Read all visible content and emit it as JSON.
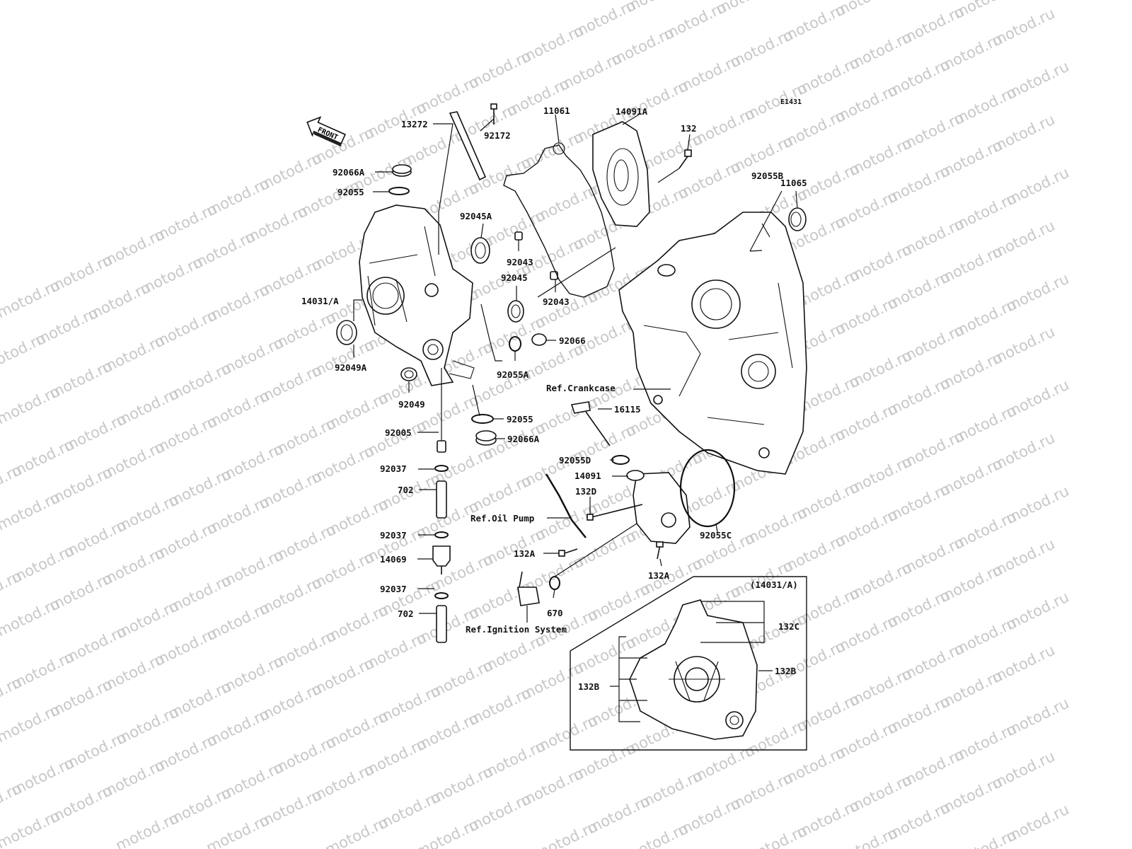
{
  "diagram_code": "E1431",
  "front_arrow": "FRONT",
  "watermark": "motod.ru",
  "callouts": {
    "p13272": "13272",
    "p92172": "92172",
    "p11061": "11061",
    "p14091A": "14091A",
    "p132": "132",
    "p92066A_top": "92066A",
    "p92055_top": "92055",
    "p92045A": "92045A",
    "p92043_a": "92043",
    "p92045": "92045",
    "p92043_b": "92043",
    "p14031A": "14031/A",
    "p92066": "92066",
    "p92055A": "92055A",
    "p92049A": "92049A",
    "p92049": "92049",
    "p92055B": "92055B",
    "p11065": "11065",
    "ref_crankcase": "Ref.Crankcase",
    "p16115": "16115",
    "p92055_mid": "92055",
    "p92066A_mid": "92066A",
    "p92005": "92005",
    "p92037_a": "92037",
    "p702_a": "702",
    "p92055D": "92055D",
    "p14091": "14091",
    "p132D": "132D",
    "ref_oil_pump": "Ref.Oil Pump",
    "p92037_b": "92037",
    "p14069": "14069",
    "p132A_left": "132A",
    "p92055C": "92055C",
    "p132A_right": "132A",
    "p92037_c": "92037",
    "p670": "670",
    "p702_b": "702",
    "ref_ignition": "Ref.Ignition System",
    "inset_title": "(14031/A)",
    "p132C": "132C",
    "p132B_right": "132B",
    "p132B_left": "132B"
  }
}
